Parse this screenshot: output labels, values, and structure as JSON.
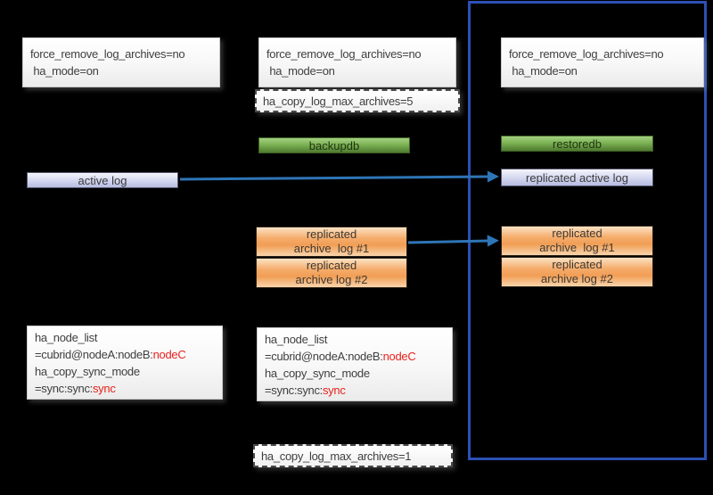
{
  "colors": {
    "background": "#000000",
    "slave_frame_border": "#2C50B4",
    "arrow": "#2E75B6",
    "green_box": "#7DB254",
    "lavender_box": "#C9CDEA",
    "orange_box": "#F4A96B",
    "red_text": "#E8231D"
  },
  "nodes": {
    "left": {
      "config_top": {
        "line1": "force_remove_log_archives=no",
        "line2": " ha_mode=on"
      },
      "active_log": "active log",
      "config_bottom": {
        "line1": "ha_node_list",
        "line2_black": "=cubrid@nodeA:nodeB:",
        "line2_red": "nodeC",
        "line3": "ha_copy_sync_mode",
        "line4_black": "=sync:sync:",
        "line4_red": "sync"
      }
    },
    "middle": {
      "config_top": {
        "line1": "force_remove_log_archives=no",
        "line2": " ha_mode=on"
      },
      "max_archives": "ha_copy_log_max_archives=5",
      "backupdb": "backupdb",
      "replicated_archive_1": {
        "line1": "replicated",
        "line2": "archive  log #1"
      },
      "replicated_archive_2": {
        "line1": "replicated",
        "line2": "archive log #2"
      },
      "config_bottom": {
        "line1": "ha_node_list",
        "line2_black": "=cubrid@nodeA:nodeB:",
        "line2_red": "nodeC",
        "line3": "ha_copy_sync_mode",
        "line4_black": "=sync:sync:",
        "line4_red": "sync"
      },
      "max_archives_bottom": "ha_copy_log_max_archives=1"
    },
    "right": {
      "config_top": {
        "line1": "force_remove_log_archives=no",
        "line2": " ha_mode=on"
      },
      "restoredb": "restoredb",
      "replicated_active_log": "replicated active log",
      "replicated_archive_1": {
        "line1": "replicated",
        "line2": "archive  log #1"
      },
      "replicated_archive_2": {
        "line1": "replicated",
        "line2": "archive log #2"
      }
    }
  }
}
